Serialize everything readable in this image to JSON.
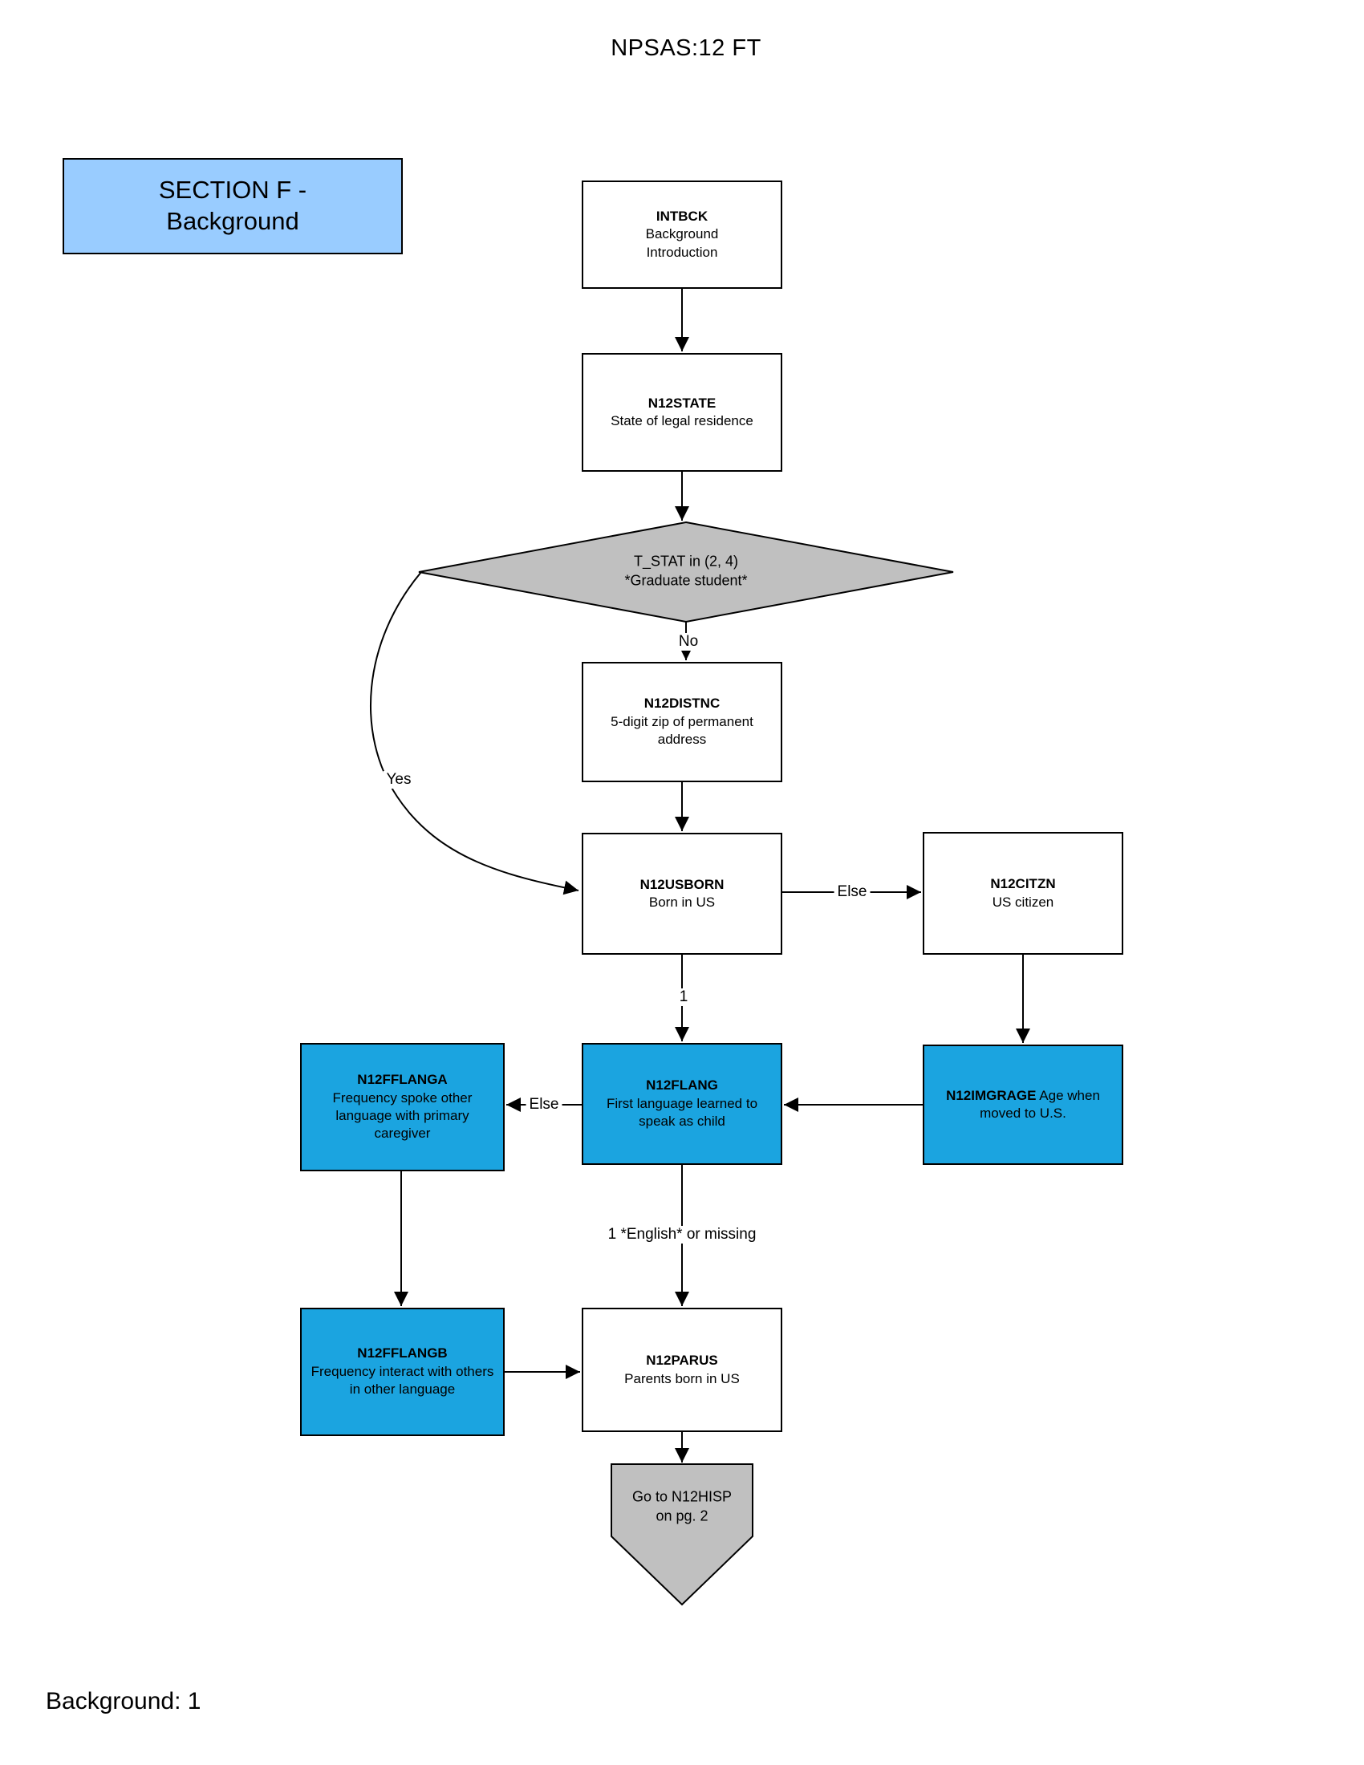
{
  "page": {
    "title": "NPSAS:12 FT",
    "footer": "Background: 1"
  },
  "section": {
    "label": "SECTION F -\nBackground"
  },
  "colors": {
    "node_blue": "#1BA4E0",
    "section_blue": "#99CCFF",
    "shape_gray": "#C0C0C0",
    "border_black": "#000000"
  },
  "nodes": {
    "intbck": {
      "name": "INTBCK",
      "desc": "Background\nIntroduction"
    },
    "n12state": {
      "name": "N12STATE",
      "desc": "State of legal residence"
    },
    "t_stat": {
      "text": "T_STAT in (2, 4)\n*Graduate student*"
    },
    "n12distnc": {
      "name": "N12DISTNC",
      "desc": "5-digit zip of permanent address"
    },
    "n12usborn": {
      "name": "N12USBORN",
      "desc": "Born in US"
    },
    "n12citzn": {
      "name": "N12CITZN",
      "desc": "US citizen"
    },
    "n12fflanga": {
      "name": "N12FFLANGA",
      "desc": "Frequency spoke other language with primary caregiver"
    },
    "n12flang": {
      "name": "N12FLANG",
      "desc": "First language learned to speak as child"
    },
    "n12imgrage": {
      "name": "N12IMGRAGE",
      "desc": "Age when moved to U.S."
    },
    "n12fflangb": {
      "name": "N12FFLANGB",
      "desc": "Frequency interact with others in other language"
    },
    "n12parus": {
      "name": "N12PARUS",
      "desc": "Parents born in US"
    },
    "goto_n12hisp": {
      "text": "Go to N12HISP\non pg. 2"
    }
  },
  "edges": {
    "no": "No",
    "yes": "Yes",
    "else_usborn_citzn": "Else",
    "one_usborn_flang": "1",
    "else_flang_fflanga": "Else",
    "english_flang_parus": "1 *English* or missing"
  }
}
